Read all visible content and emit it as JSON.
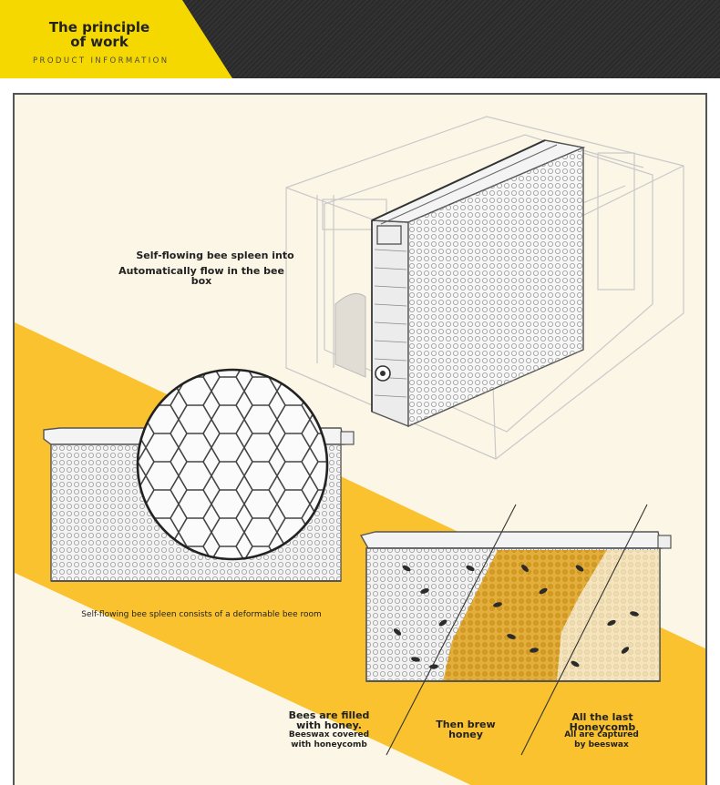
{
  "header": {
    "title": "The principle of work",
    "subtitle": "PRODUCT INFORMATION",
    "accent_color": "#f5d800"
  },
  "labels": {
    "top_line1": "Self-flowing bee spleen into",
    "top_line2": "Automatically flow in the bee box",
    "middle": "Self-flowing bee spleen consists of a deformable bee room",
    "bottom_left_main": "Bees are filled with honey.",
    "bottom_left_sub": "Beeswax covered with honeycomb",
    "bottom_mid": "Then brew honey",
    "bottom_right_main": "All the last Honeycomb",
    "bottom_right_sub": "All are captured by beeswax"
  },
  "colors": {
    "background": "#fbf6e6",
    "yellow_band": "#f9c22e",
    "honey": "#e2ae3c",
    "honey_light": "#f1ddb2"
  }
}
